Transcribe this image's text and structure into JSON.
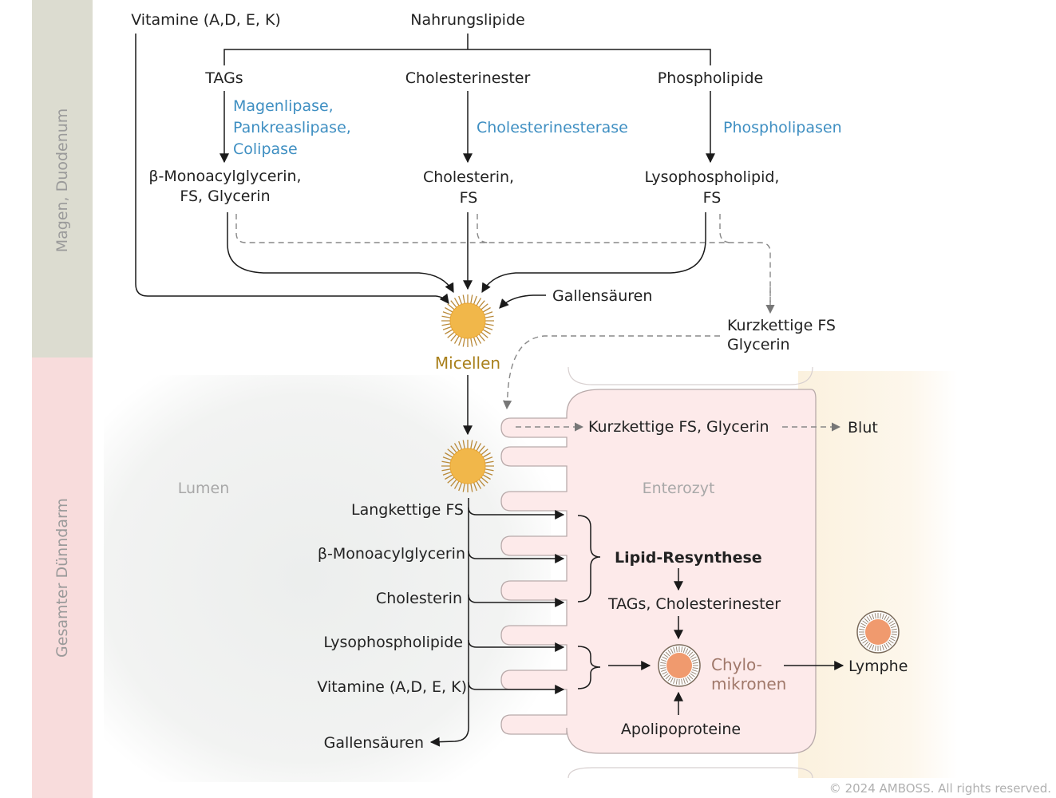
{
  "side_labels": {
    "top": "Magen, Duodenum",
    "bottom": "Gesamter Dünndarm"
  },
  "top": {
    "vitamine": "Vitamine (A,D, E, K)",
    "nahrungslipide": "Nahrungslipide",
    "tags": "TAGs",
    "cholesterinester": "Cholesterinester",
    "phospholipide": "Phospholipide",
    "enzyme_tags": [
      "Magenlipase,",
      "Pankreaslipase,",
      "Colipase"
    ],
    "enzyme_chol": "Cholesterinesterase",
    "enzyme_phos": "Phospholipasen",
    "product_tags": [
      "β-Monoacylglycerin,",
      "FS,  Glycerin"
    ],
    "product_chol": [
      "Cholesterin,",
      "FS"
    ],
    "product_phos": [
      "Lysophospholipid,",
      "FS"
    ],
    "gallensaeuren": "Gallensäuren",
    "micellen": "Micellen",
    "kurzkettige": [
      "Kurzkettige FS",
      "Glycerin"
    ]
  },
  "bottom": {
    "lumen": "Lumen",
    "enterozyt": "Enterozyt",
    "kurz_glycerin": "Kurzkettige FS, Glycerin",
    "blut": "Blut",
    "absorbed": [
      "Langkettige FS",
      "β-Monoacylglycerin",
      "Cholesterin",
      "Lysophospholipide",
      "Vitamine (A,D, E, K)"
    ],
    "gallensaeuren": "Gallensäuren",
    "resynthese": "Lipid-Resynthese",
    "tags_chol": "TAGs, Cholesterinester",
    "chylo": [
      "Chylo-",
      "mikronen"
    ],
    "apolipoproteine": "Apolipoproteine",
    "lymphe": "Lymphe"
  },
  "copyright": "© 2024 AMBOSS. All rights reserved.",
  "colors": {
    "enzyme": "#3f8fc2",
    "micelle_text": "#a9801c",
    "micelle_fill": "#f1b74a",
    "chylo_fill": "#f09a6e",
    "side_top": "#dcdcd0",
    "side_bottom": "#f8dcdc",
    "enterocyte": "#fdeaea"
  }
}
